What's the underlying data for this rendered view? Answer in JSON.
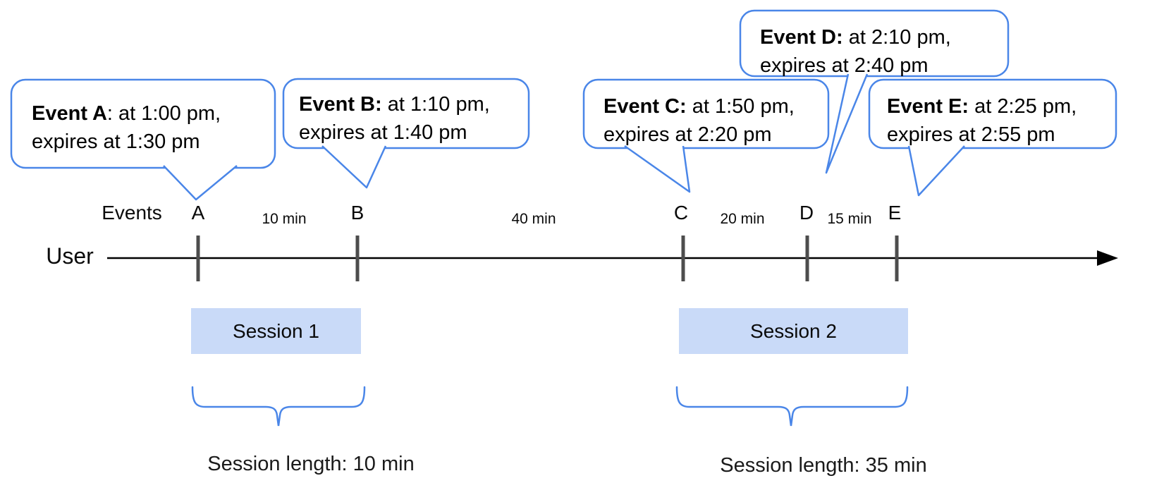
{
  "colors": {
    "accent_blue": "#4a86e8",
    "session_fill": "#c9daf8",
    "tick_gray": "#4d4d4d",
    "axis_black": "#000000"
  },
  "timeline": {
    "axis_label": "User",
    "events_row_label": "Events"
  },
  "events": [
    {
      "letter": "A",
      "bold": "Event A",
      "line1": ": at 1:00 pm,",
      "line2": "expires at 1:30 pm"
    },
    {
      "letter": "B",
      "bold": "Event B:",
      "line1": " at 1:10 pm,",
      "line2": "expires at 1:40 pm"
    },
    {
      "letter": "C",
      "bold": "Event C:",
      "line1": " at 1:50 pm,",
      "line2": "expires at 2:20 pm"
    },
    {
      "letter": "D",
      "bold": "Event D:",
      "line1": " at 2:10 pm,",
      "line2": "expires at 2:40 pm"
    },
    {
      "letter": "E",
      "bold": "Event E:",
      "line1": " at 2:25 pm,",
      "line2": "expires at 2:55 pm"
    }
  ],
  "intervals": [
    {
      "label": "10 min"
    },
    {
      "label": "40 min"
    },
    {
      "label": "20 min"
    },
    {
      "label": "15 min"
    }
  ],
  "sessions": [
    {
      "name": "Session 1",
      "length": "Session length: 10 min"
    },
    {
      "name": "Session 2",
      "length": "Session length: 35 min"
    }
  ]
}
